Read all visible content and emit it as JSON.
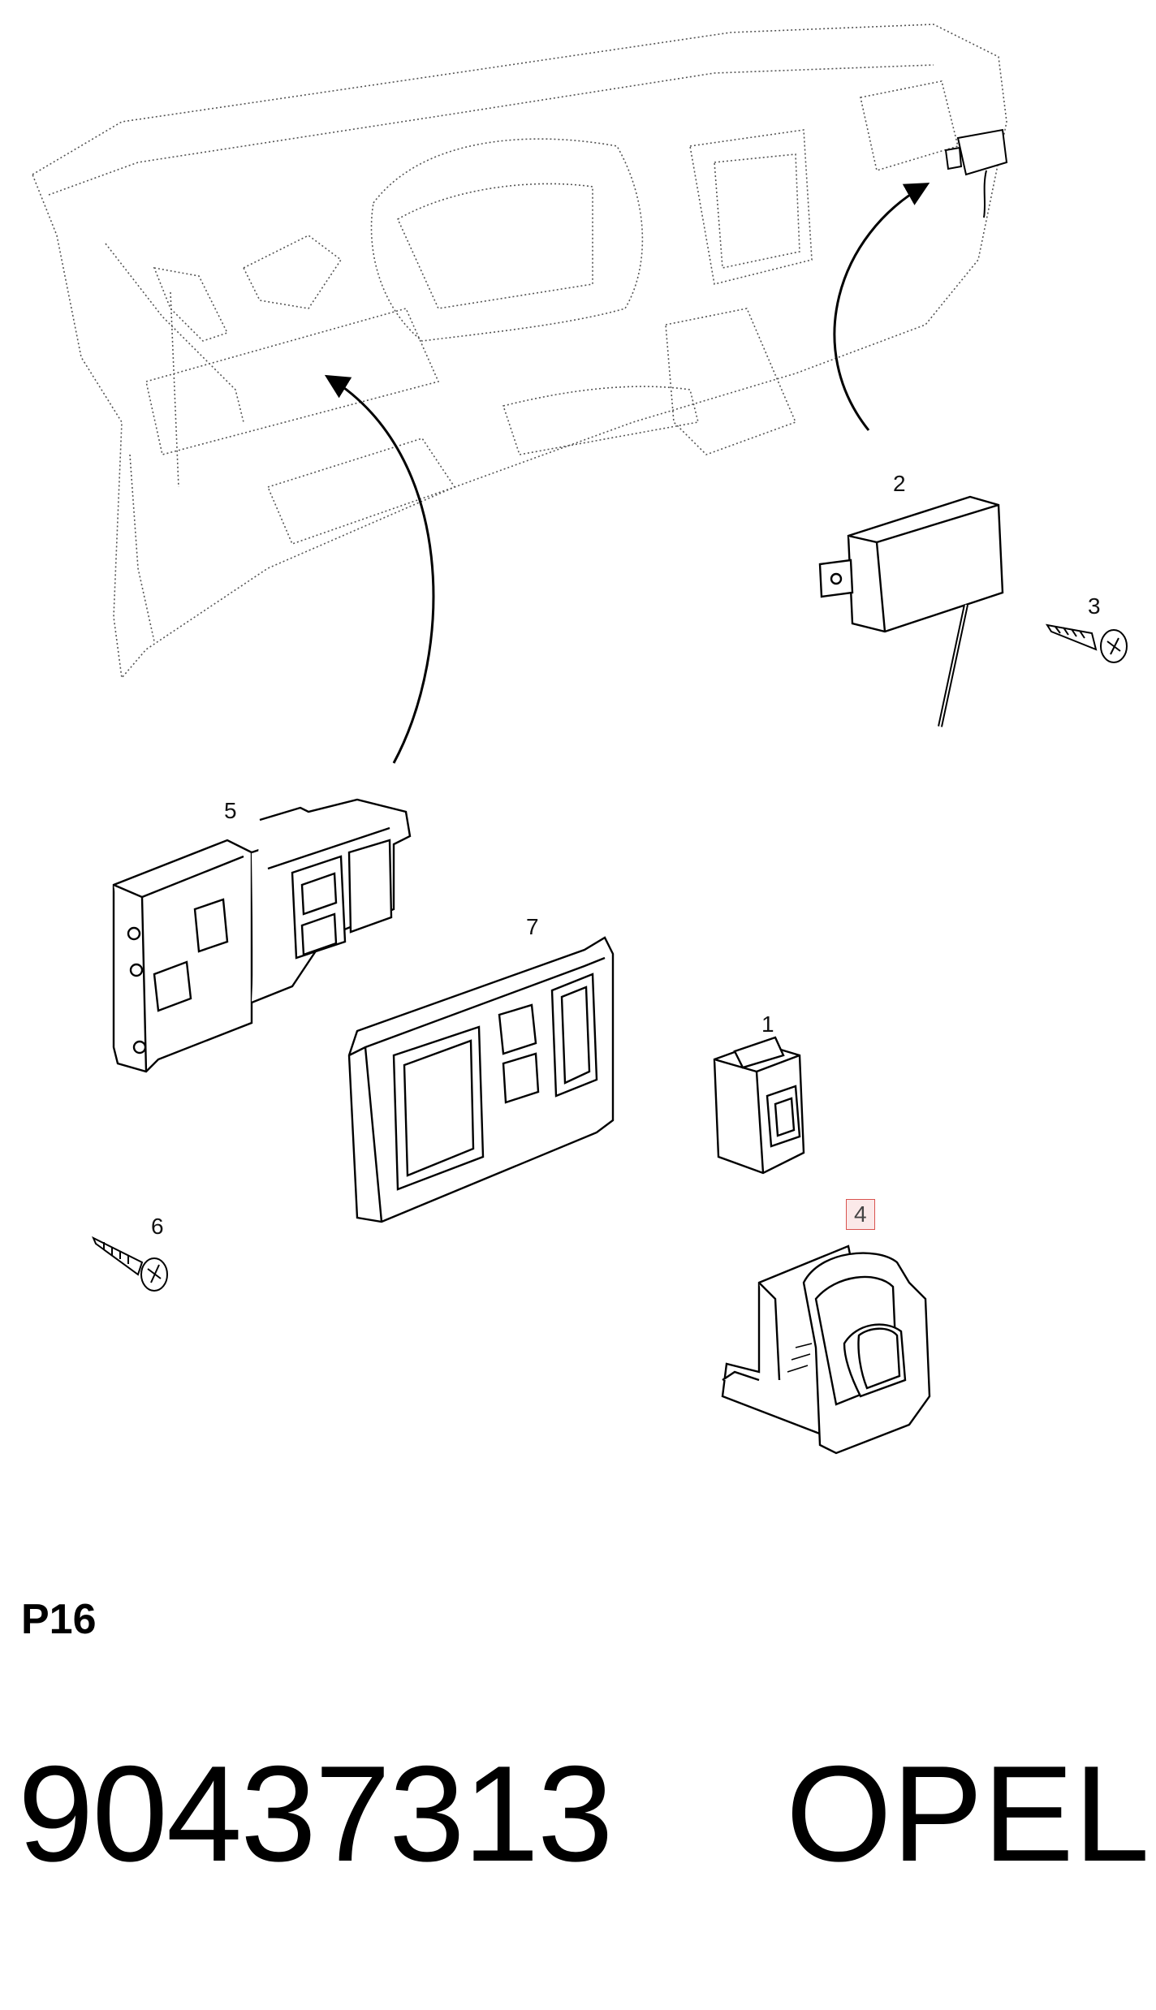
{
  "callouts": {
    "c1": "1",
    "c2": "2",
    "c3": "3",
    "c4": "4",
    "c5": "5",
    "c6": "6",
    "c7": "7"
  },
  "highlighted_callout": "4",
  "page_ref": "P16",
  "part_number": "90437313",
  "brand": "OPEL",
  "colors": {
    "line": "#000000",
    "dotted_outline": "#555555",
    "highlight_border": "#d9534f",
    "highlight_fill": "#fbe9e9"
  }
}
